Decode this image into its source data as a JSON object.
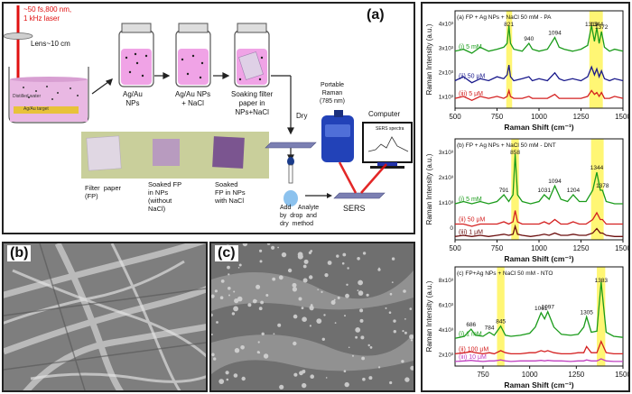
{
  "schematic": {
    "panel_label": "(a)",
    "laser": "~50 fs,800 nm,\n1 kHz laser",
    "lens": "Lens~10 cm",
    "water": "Distilled water",
    "target": "Ag/Au target",
    "np": "Ag/Au\nNPs",
    "np_nacl": "Ag/Au NPs\n+ NaCl",
    "soaking": "Soaking filter\npaper in\nNPs+NaCl",
    "dry": "Dry",
    "raman": "Portable\nRaman\n(785 nm)",
    "computer": "Computer",
    "screen": "SERS spectra",
    "fp": "Filter  paper\n(FP)",
    "soaked_fp": "Soaked FP\nin NPs\n(without\nNaCl)",
    "soaked_fp_nacl": "Soaked\nFP in NPs\nwith NaCl",
    "add_analyte": "Add    Analyte\nby  drop  and\ndry  method",
    "sers": "SERS"
  },
  "sem": {
    "label_b": "(b)",
    "label_c": "(c)"
  },
  "chart_data": [
    {
      "type": "line",
      "panel": "(a)",
      "title": "FP + Ag NPs + NaCl 50 mM - PA",
      "xlabel": "Raman Shift (cm⁻¹)",
      "ylabel": "Raman Intensity (a.u.)",
      "xlim": [
        500,
        1500
      ],
      "xticks": [
        500,
        750,
        1000,
        1250,
        1500
      ],
      "yticks": [
        "1x10³",
        "2x10³",
        "3x10³",
        "4x10³"
      ],
      "peaks": [
        "821",
        "940",
        "1094",
        "1313",
        "1344",
        "1372"
      ],
      "highlights": [
        [
          805,
          840
        ],
        [
          1300,
          1380
        ]
      ],
      "series": [
        {
          "name": "(i) 5 mM",
          "color": "#1a9b1a",
          "x": [
            500,
            550,
            600,
            650,
            700,
            750,
            790,
            810,
            821,
            830,
            850,
            900,
            940,
            960,
            1000,
            1050,
            1094,
            1120,
            1150,
            1200,
            1250,
            1290,
            1313,
            1330,
            1344,
            1358,
            1372,
            1390,
            1420,
            1450,
            1500
          ],
          "y": [
            2.9,
            3.0,
            2.8,
            3.1,
            2.9,
            3.0,
            3.1,
            3.3,
            4.2,
            3.3,
            3.0,
            2.9,
            3.3,
            3.0,
            2.9,
            3.0,
            3.6,
            3.1,
            3.0,
            2.9,
            3.0,
            3.2,
            4.2,
            3.4,
            4.1,
            3.3,
            3.9,
            3.1,
            2.9,
            3.0,
            2.9
          ]
        },
        {
          "name": "(ii) 50 μM",
          "color": "#1a1a8c",
          "x": [
            500,
            550,
            600,
            650,
            700,
            750,
            790,
            810,
            821,
            830,
            850,
            900,
            940,
            960,
            1000,
            1050,
            1094,
            1120,
            1150,
            1200,
            1250,
            1290,
            1313,
            1330,
            1344,
            1358,
            1372,
            1390,
            1420,
            1450,
            1500
          ],
          "y": [
            1.4,
            1.6,
            1.3,
            1.5,
            1.4,
            1.6,
            1.5,
            1.7,
            2.2,
            1.6,
            1.4,
            1.5,
            1.6,
            1.4,
            1.5,
            1.4,
            1.8,
            1.5,
            1.4,
            1.5,
            1.4,
            1.6,
            2.1,
            1.7,
            2.0,
            1.6,
            1.9,
            1.5,
            1.4,
            1.5,
            1.4
          ]
        },
        {
          "name": "(iii) 5 μM",
          "color": "#d42020",
          "x": [
            500,
            550,
            600,
            650,
            700,
            750,
            790,
            810,
            821,
            830,
            850,
            900,
            940,
            960,
            1000,
            1050,
            1094,
            1120,
            1150,
            1200,
            1250,
            1290,
            1313,
            1330,
            1344,
            1358,
            1372,
            1390,
            1420,
            1450,
            1500
          ],
          "y": [
            0.5,
            0.6,
            0.4,
            0.6,
            0.5,
            0.6,
            0.5,
            0.6,
            0.9,
            0.6,
            0.5,
            0.5,
            0.6,
            0.5,
            0.5,
            0.5,
            0.7,
            0.5,
            0.5,
            0.5,
            0.5,
            0.6,
            0.9,
            0.7,
            0.8,
            0.6,
            0.8,
            0.5,
            0.5,
            0.6,
            0.5
          ]
        }
      ]
    },
    {
      "type": "line",
      "panel": "(b)",
      "title": "FP + Ag NPs + NaCl 50 mM - DNT",
      "xlabel": "Raman Shift (cm⁻¹)",
      "ylabel": "Raman Intensity (a.u.)",
      "xlim": [
        500,
        1500
      ],
      "xticks": [
        500,
        750,
        1000,
        1250,
        1500
      ],
      "yticks": [
        "0",
        "1x10³",
        "2x10³",
        "3x10³"
      ],
      "peaks": [
        "858",
        "791",
        "1031",
        "1094",
        "1204",
        "1344",
        "1378"
      ],
      "highlights": [
        [
          835,
          880
        ],
        [
          1310,
          1385
        ]
      ],
      "series": [
        {
          "name": "(i) 5 mM",
          "color": "#1a9b1a",
          "x": [
            500,
            550,
            600,
            650,
            700,
            750,
            791,
            820,
            845,
            858,
            872,
            900,
            950,
            1000,
            1031,
            1060,
            1094,
            1130,
            1170,
            1204,
            1240,
            1280,
            1320,
            1344,
            1365,
            1378,
            1400,
            1450,
            1500
          ],
          "y": [
            1.6,
            1.7,
            1.6,
            1.7,
            1.6,
            1.7,
            2.0,
            1.7,
            2.0,
            3.8,
            2.0,
            1.7,
            1.6,
            1.7,
            2.0,
            1.8,
            2.4,
            1.8,
            1.7,
            2.0,
            1.7,
            1.7,
            2.2,
            3.0,
            2.2,
            2.2,
            1.7,
            1.6,
            1.6
          ]
        },
        {
          "name": "(ii) 50 μM",
          "color": "#d42020",
          "x": [
            500,
            550,
            600,
            650,
            700,
            750,
            791,
            820,
            845,
            858,
            872,
            900,
            950,
            1000,
            1031,
            1060,
            1094,
            1130,
            1170,
            1204,
            1240,
            1280,
            1320,
            1344,
            1365,
            1378,
            1400,
            1450,
            1500
          ],
          "y": [
            0.7,
            0.7,
            0.6,
            0.7,
            0.7,
            0.7,
            0.8,
            0.7,
            0.8,
            1.3,
            0.8,
            0.7,
            0.7,
            0.7,
            0.8,
            0.7,
            0.9,
            0.7,
            0.7,
            0.8,
            0.7,
            0.7,
            0.9,
            1.2,
            0.9,
            0.9,
            0.7,
            0.7,
            0.7
          ]
        },
        {
          "name": "(iii) 1 μM",
          "color": "#6b0d0d",
          "x": [
            500,
            550,
            600,
            650,
            700,
            750,
            791,
            820,
            845,
            858,
            872,
            900,
            950,
            1000,
            1031,
            1060,
            1094,
            1130,
            1170,
            1204,
            1240,
            1280,
            1320,
            1344,
            1365,
            1378,
            1400,
            1450,
            1500
          ],
          "y": [
            0.15,
            0.2,
            0.15,
            0.2,
            0.15,
            0.2,
            0.25,
            0.2,
            0.25,
            0.6,
            0.25,
            0.2,
            0.15,
            0.2,
            0.25,
            0.2,
            0.3,
            0.2,
            0.2,
            0.25,
            0.2,
            0.2,
            0.3,
            0.5,
            0.3,
            0.3,
            0.2,
            0.15,
            0.15
          ]
        }
      ]
    },
    {
      "type": "line",
      "panel": "(c)",
      "title": "FP+Ag NPs + NaCl 50 mM - NTO",
      "xlabel": "Raman Shift (cm⁻¹)",
      "ylabel": "Raman Intensity (a.u.)",
      "xlim": [
        600,
        1500
      ],
      "xticks": [
        750,
        1000,
        1250,
        1500
      ],
      "yticks": [
        "2x10³",
        "4x10³",
        "6x10³",
        "8x10³"
      ],
      "peaks": [
        "686",
        "784",
        "845",
        "1061",
        "1097",
        "1305",
        "1383"
      ],
      "highlights": [
        [
          825,
          865
        ],
        [
          1360,
          1405
        ]
      ],
      "series": [
        {
          "name": "(i) 1 mM",
          "color": "#1a9b1a",
          "x": [
            600,
            650,
            686,
            710,
            750,
            784,
            810,
            845,
            870,
            900,
            950,
            1000,
            1030,
            1061,
            1080,
            1097,
            1130,
            1170,
            1220,
            1260,
            1290,
            1305,
            1330,
            1360,
            1383,
            1410,
            1450,
            1500
          ],
          "y": [
            2.7,
            2.9,
            3.6,
            3.0,
            2.9,
            3.3,
            3.0,
            3.9,
            3.0,
            2.9,
            3.0,
            3.2,
            3.8,
            5.2,
            4.6,
            5.3,
            3.8,
            3.1,
            3.0,
            3.1,
            3.8,
            4.8,
            3.3,
            3.4,
            8.2,
            3.3,
            2.9,
            2.8
          ]
        },
        {
          "name": "(ii) 100 μM",
          "color": "#d42020",
          "x": [
            600,
            650,
            686,
            710,
            750,
            784,
            810,
            845,
            870,
            900,
            950,
            1000,
            1030,
            1061,
            1080,
            1097,
            1130,
            1170,
            1220,
            1260,
            1290,
            1305,
            1330,
            1360,
            1383,
            1410,
            1450,
            1500
          ],
          "y": [
            1.2,
            1.3,
            1.4,
            1.3,
            1.2,
            1.3,
            1.2,
            1.5,
            1.3,
            1.2,
            1.2,
            1.3,
            1.3,
            1.5,
            1.4,
            1.5,
            1.3,
            1.2,
            1.2,
            1.3,
            1.3,
            1.9,
            1.3,
            1.3,
            2.4,
            1.3,
            1.2,
            1.2
          ]
        },
        {
          "name": "(iii) 10 μM",
          "color": "#c040c0",
          "x": [
            600,
            650,
            686,
            710,
            750,
            784,
            810,
            845,
            870,
            900,
            950,
            1000,
            1030,
            1061,
            1080,
            1097,
            1130,
            1170,
            1220,
            1260,
            1290,
            1305,
            1330,
            1360,
            1383,
            1410,
            1450,
            1500
          ],
          "y": [
            0.45,
            0.5,
            0.55,
            0.5,
            0.45,
            0.5,
            0.5,
            0.6,
            0.5,
            0.45,
            0.5,
            0.5,
            0.5,
            0.55,
            0.5,
            0.55,
            0.5,
            0.5,
            0.45,
            0.5,
            0.5,
            0.6,
            0.5,
            0.5,
            0.7,
            0.5,
            0.45,
            0.45
          ]
        }
      ]
    }
  ]
}
